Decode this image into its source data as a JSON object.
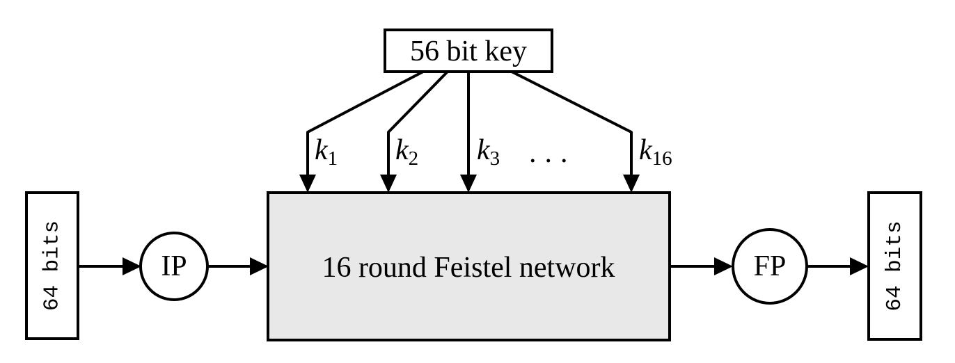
{
  "diagram": {
    "key_box": {
      "label": "56 bit key"
    },
    "round_keys": [
      {
        "base": "k",
        "sub": "1"
      },
      {
        "base": "k",
        "sub": "2"
      },
      {
        "base": "k",
        "sub": "3"
      },
      {
        "base": "k",
        "sub": "16"
      }
    ],
    "ellipsis": "...",
    "feistel_box": {
      "label": "16 round Feistel network",
      "fill": "#e8e8e8"
    },
    "ip_node": {
      "label": "IP"
    },
    "fp_node": {
      "label": "FP"
    },
    "input_box": {
      "label": "64 bits"
    },
    "output_box": {
      "label": "64 bits"
    },
    "colors": {
      "stroke": "#000000",
      "node_fill": "#ffffff",
      "feistel_fill": "#e8e8e8",
      "background": "#ffffff"
    }
  }
}
